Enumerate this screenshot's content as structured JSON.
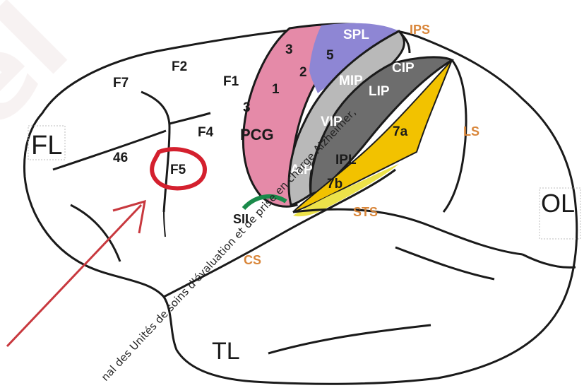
{
  "colors": {
    "outline": "#1a1a1a",
    "somatosensory_pink": "#e58aa8",
    "spl_purple": "#8e86d4",
    "sulcus_gray": "#b9b9b9",
    "sulcus_dark": "#6d6d6d",
    "ipl_yellow": "#f2c200",
    "ipl_yellow_light": "#ece24a",
    "highlight_red": "#d4202e",
    "arrow_red": "#c8383e",
    "green_arc": "#1a8a4a",
    "orange_label": "#d9863a"
  },
  "labels": {
    "fl": "FL",
    "ol": "OL",
    "tl": "TL",
    "f7": "F7",
    "f2": "F2",
    "f1": "F1",
    "f4": "F4",
    "f5": "F5",
    "a46": "46",
    "pcg": "PCG",
    "a3_top": "3",
    "a3": "3",
    "a1": "1",
    "a2": "2",
    "a5": "5",
    "spl": "SPL",
    "mip": "MIP",
    "lip": "LIP",
    "vip": "VIP",
    "cip": "CIP",
    "aip": "AIP",
    "a7a": "7a",
    "a7b": "7b",
    "ipl": "IPL",
    "sii": "SII",
    "ips": "IPS",
    "ls": "LS",
    "sts": "STS",
    "cs": "CS"
  },
  "watermark": {
    "text": "nal des Unités de soins d'évaluation et de prise en charge Alzheimer, "
  }
}
